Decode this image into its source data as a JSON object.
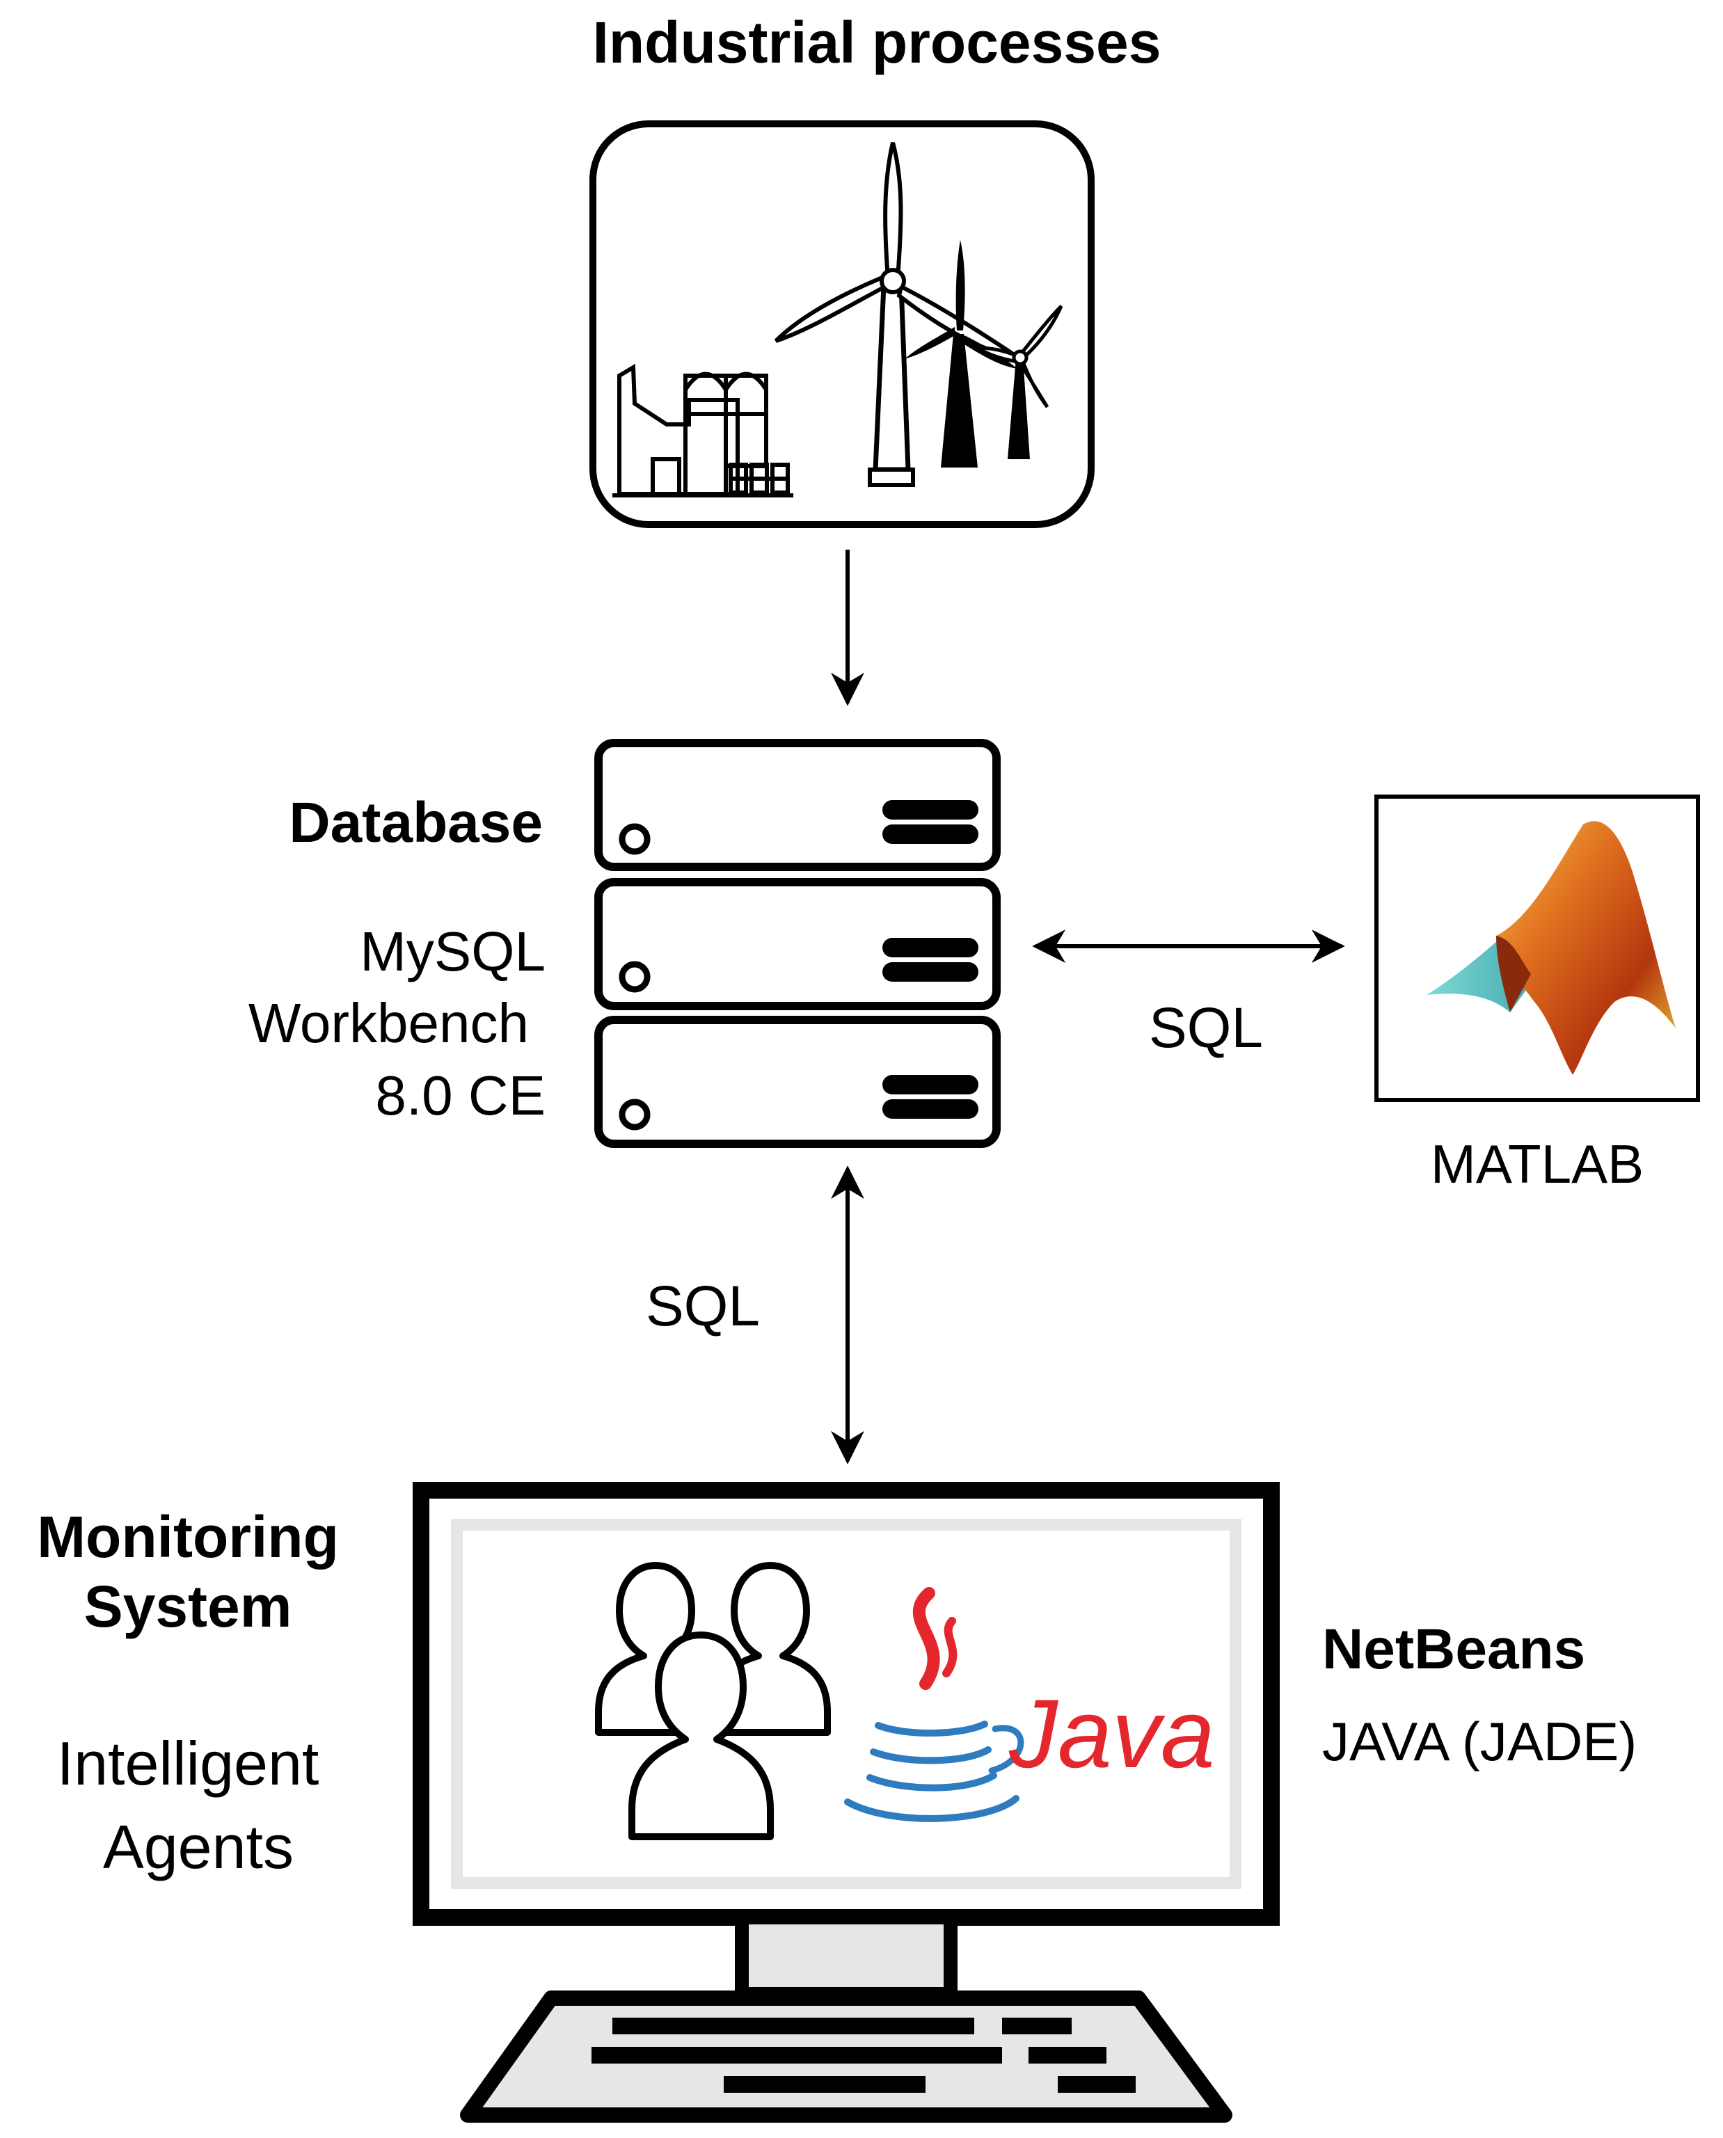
{
  "title": "Industrial processes",
  "database": {
    "label": "Database",
    "software_lines": [
      "MySQL",
      "Workbench",
      "8.0 CE"
    ]
  },
  "links": {
    "db_to_matlab": "SQL",
    "db_to_monitor": "SQL"
  },
  "matlab": {
    "label": "MATLAB"
  },
  "monitoring": {
    "label_lines": [
      "Monitoring",
      "System"
    ],
    "agents_lines": [
      "Intelligent",
      "Agents"
    ]
  },
  "netbeans": {
    "label": "NetBeans",
    "sub_label": "JAVA (JADE)"
  },
  "java_logo": {
    "text": "Java"
  },
  "colors": {
    "java_red": "#e4262d",
    "java_blue": "#2f7bbf",
    "matlab_teal": "#5fc8c6",
    "matlab_orange": "#d9581b",
    "screen_fill": "#e6e6e6"
  },
  "icons": [
    "factory-icon",
    "wind-turbine-icon",
    "server-rack-icon",
    "matlab-logo-icon",
    "users-icon",
    "java-logo-icon",
    "monitor-icon",
    "keyboard-icon"
  ]
}
